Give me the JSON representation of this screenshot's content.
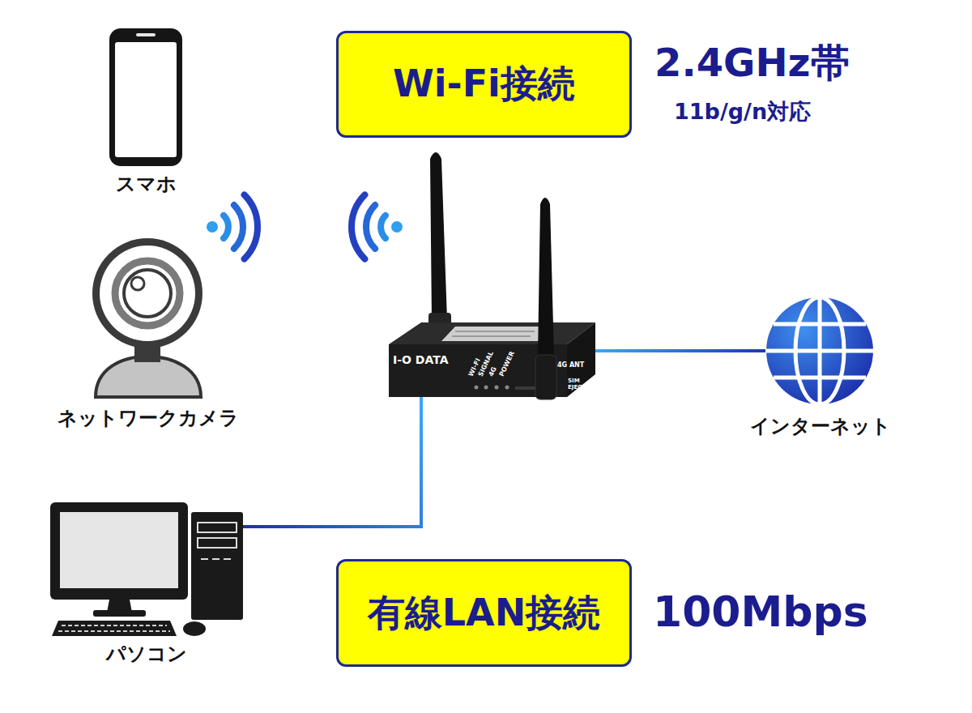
{
  "diagram": {
    "nodes": [
      {
        "text": [
          "Wi-Fi接続"
        ]
      },
      {
        "text": [
          "スマホ"
        ]
      },
      {
        "text": [
          "ネットワークカメラ"
        ]
      },
      {
        "text": [
          "I-O DATA"
        ]
      },
      {
        "text": [
          "インターネット"
        ]
      },
      {
        "text": [
          "パソコン"
        ]
      },
      {
        "text": [
          "有線LAN接続"
        ]
      }
    ],
    "edges": [
      {
        "from": 3,
        "to": 4,
        "arrow": "none"
      },
      {
        "from": 3,
        "to": 5,
        "arrow": "none"
      }
    ],
    "labels": [
      "2.4GHz帯",
      "11b/g/n対応",
      "WI-FI",
      "SIGNAL",
      "4G",
      "POWER",
      "4G ANT",
      "SIM EJECT",
      "100Mbps"
    ]
  }
}
